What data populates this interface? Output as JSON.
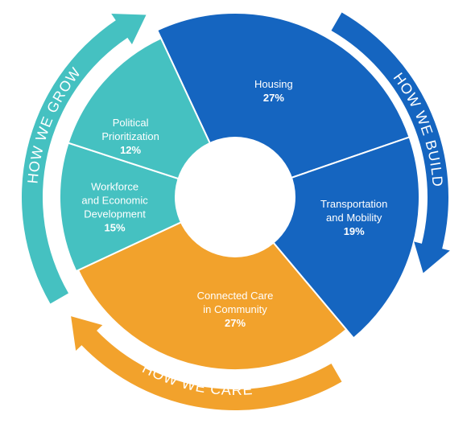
{
  "chart_data": {
    "type": "pie",
    "donut": true,
    "slices": [
      {
        "label_lines": [
          "Housing"
        ],
        "value_label": "27%",
        "value": 27,
        "color": "#1565c0"
      },
      {
        "label_lines": [
          "Transportation",
          "and Mobility"
        ],
        "value_label": "19%",
        "value": 19,
        "color": "#1565c0"
      },
      {
        "label_lines": [
          "Connected Care",
          "in Community"
        ],
        "value_label": "27%",
        "value": 27,
        "color": "#f2a22c"
      },
      {
        "label_lines": [
          "Workforce",
          "and Economic",
          "Development"
        ],
        "value_label": "15%",
        "value": 15,
        "color": "#45c1c1"
      },
      {
        "label_lines": [
          "Political",
          "Prioritization"
        ],
        "value_label": "12%",
        "value": 12,
        "color": "#45c1c1"
      }
    ],
    "arrows": [
      {
        "label": "HOW WE BUILD",
        "color": "#1565c0"
      },
      {
        "label": "HOW WE CARE",
        "color": "#f2a22c"
      },
      {
        "label": "HOW WE GROW",
        "color": "#45c1c1"
      }
    ]
  }
}
